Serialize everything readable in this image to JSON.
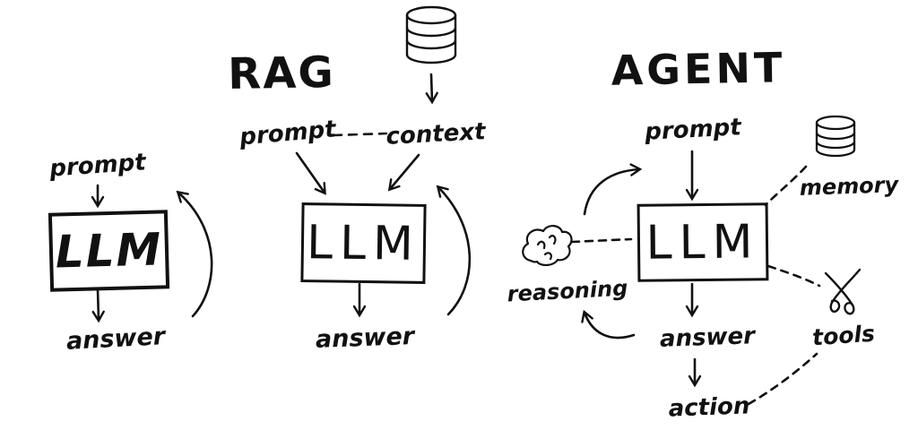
{
  "sections": {
    "llm": {
      "prompt": "prompt",
      "box": "LLM",
      "answer": "answer"
    },
    "rag": {
      "title": "RAG",
      "prompt": "prompt",
      "context": "context",
      "box": "LLM",
      "answer": "answer"
    },
    "agent": {
      "title": "AGENT",
      "prompt": "prompt",
      "box": "LLM",
      "memory": "memory",
      "reasoning": "reasoning",
      "tools": "tools",
      "answer": "answer",
      "action": "action"
    }
  },
  "icons": {
    "database": "database-icon",
    "brain": "brain-icon",
    "tools": "tools-icon"
  },
  "colors": {
    "ink": "#111111",
    "background": "#ffffff"
  }
}
